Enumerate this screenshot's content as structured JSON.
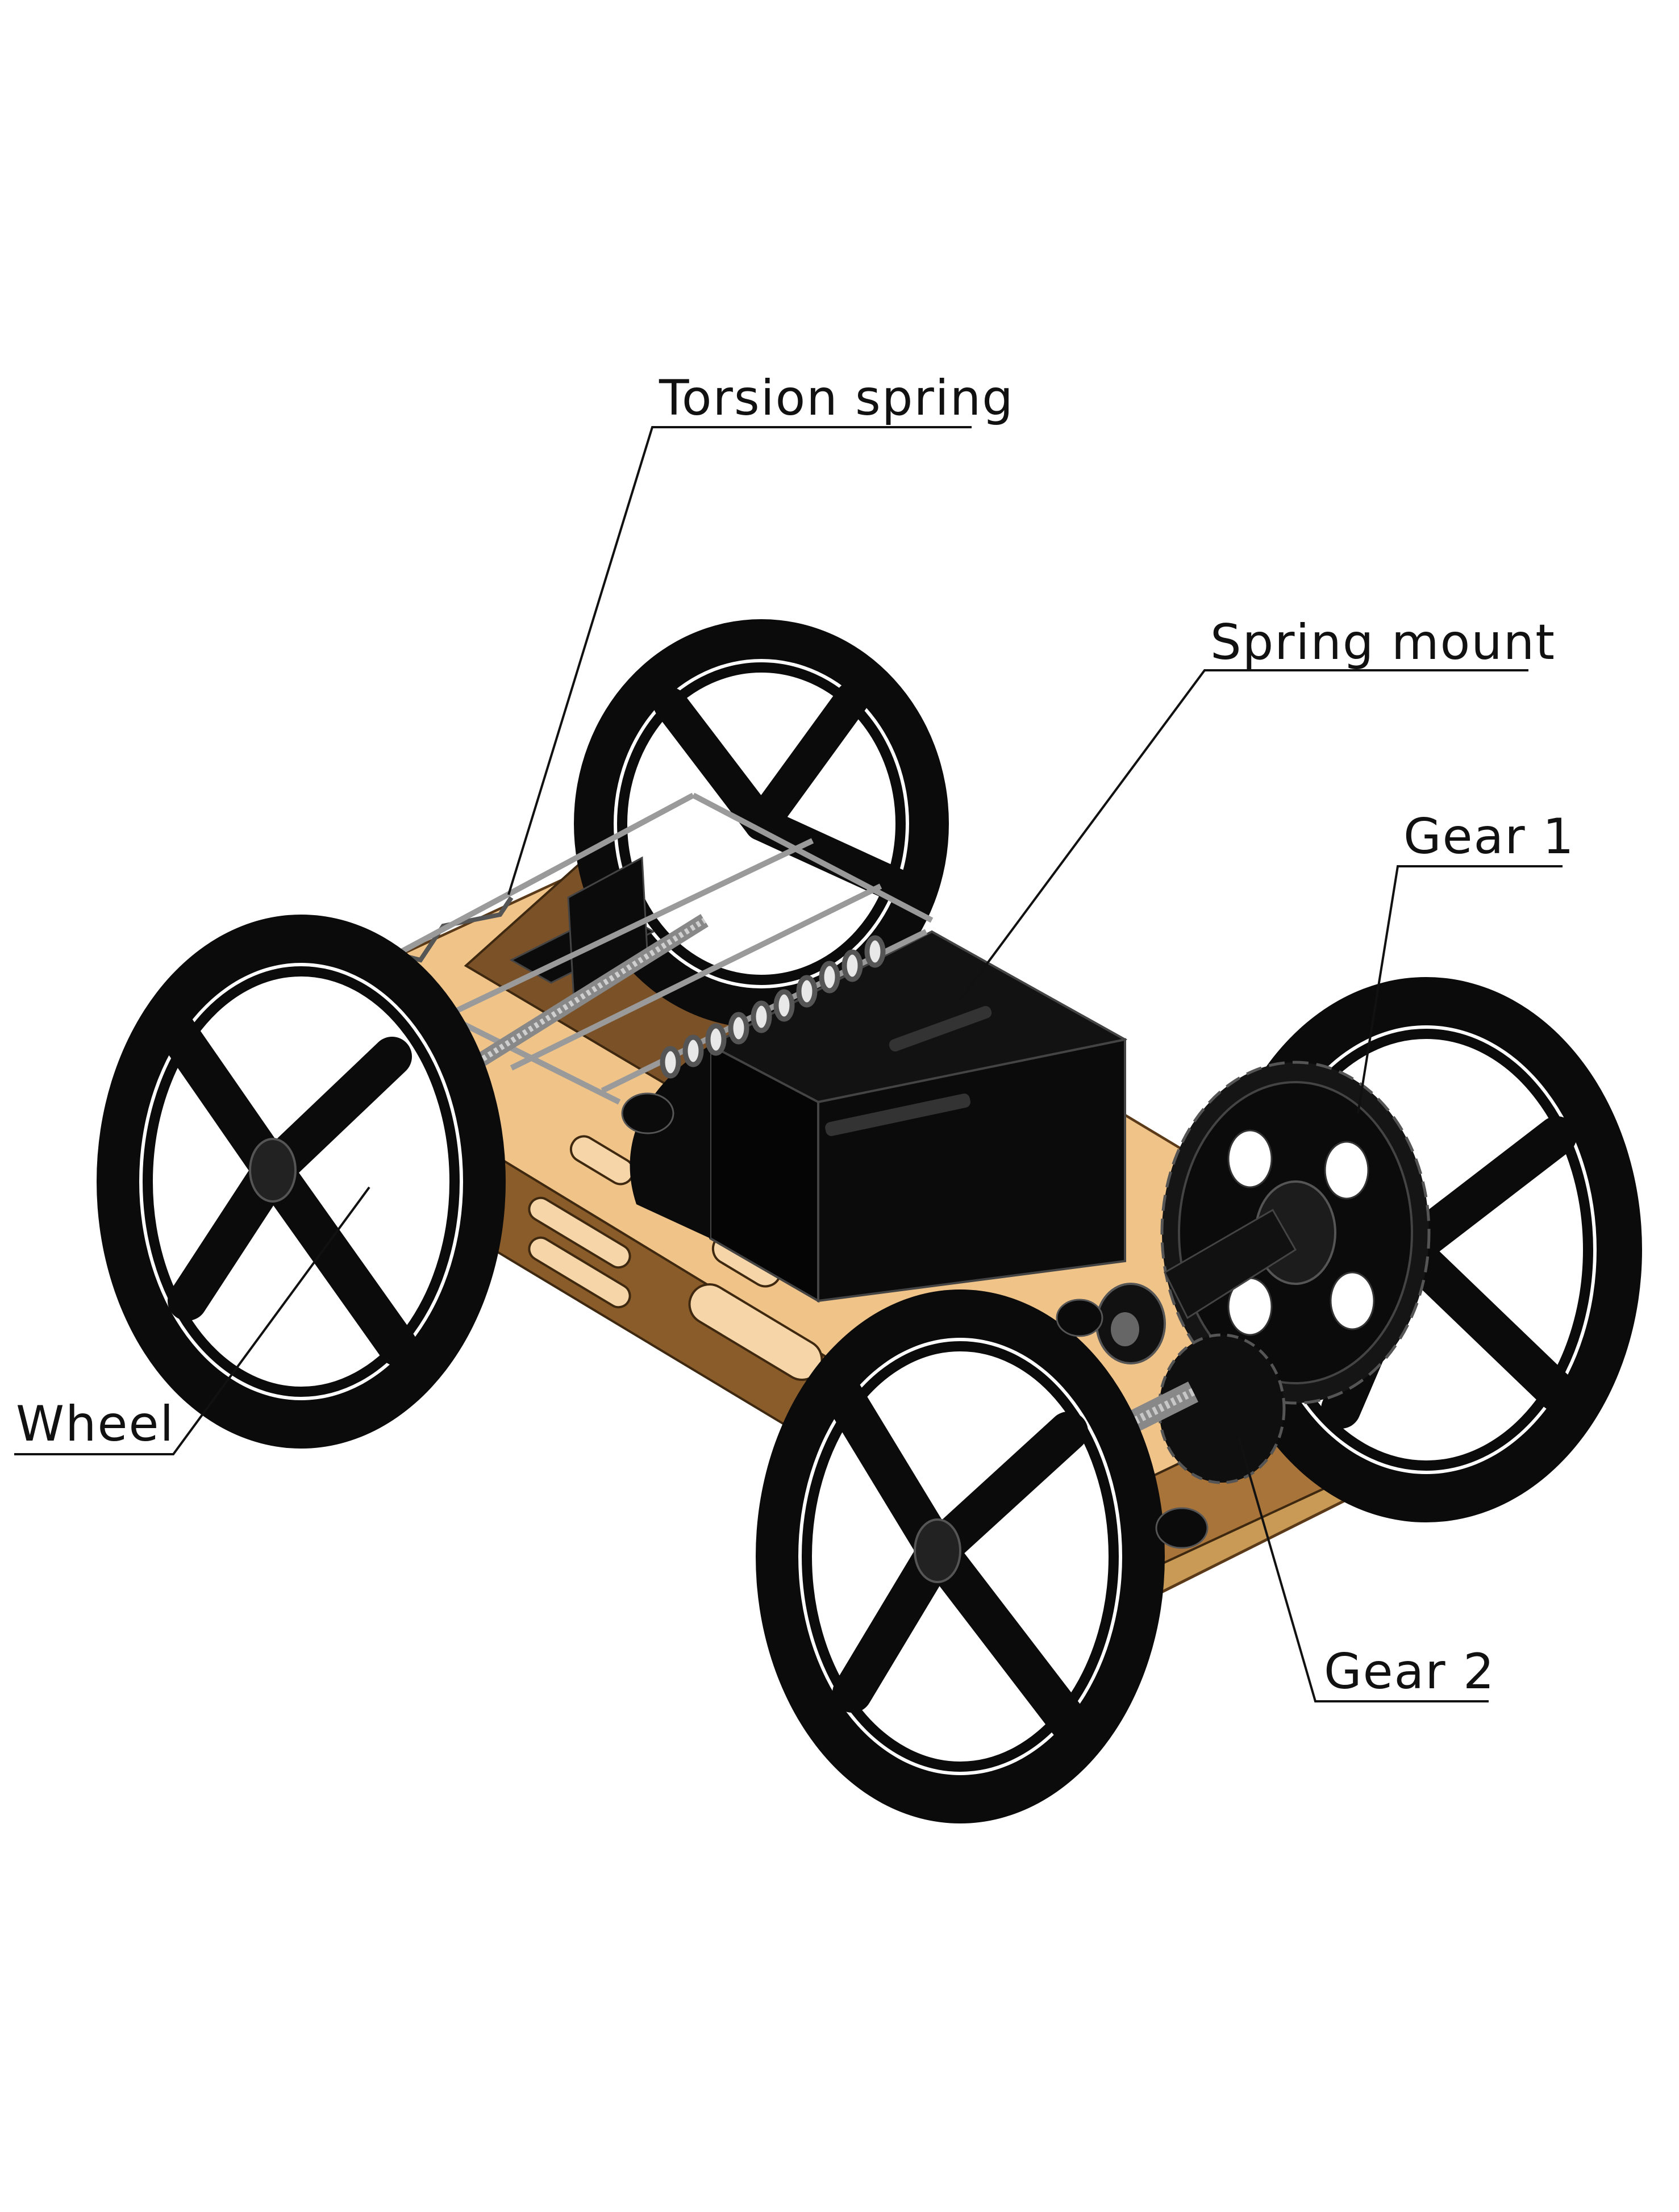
{
  "diagram": {
    "labels": {
      "torsion_spring": "Torsion spring",
      "spring_mount": "Spring mount",
      "gear_1": "Gear 1",
      "wheel": "Wheel",
      "gear_2": "Gear 2"
    },
    "colors": {
      "wood": "#c99a55",
      "wood_edge": "#7a5225",
      "wood_light": "#f3c88c",
      "black_part": "#0b0b0b",
      "black_edge": "#3a3a3a",
      "metal": "#d8d8d8",
      "ink": "#111111",
      "background": "#ffffff"
    }
  }
}
